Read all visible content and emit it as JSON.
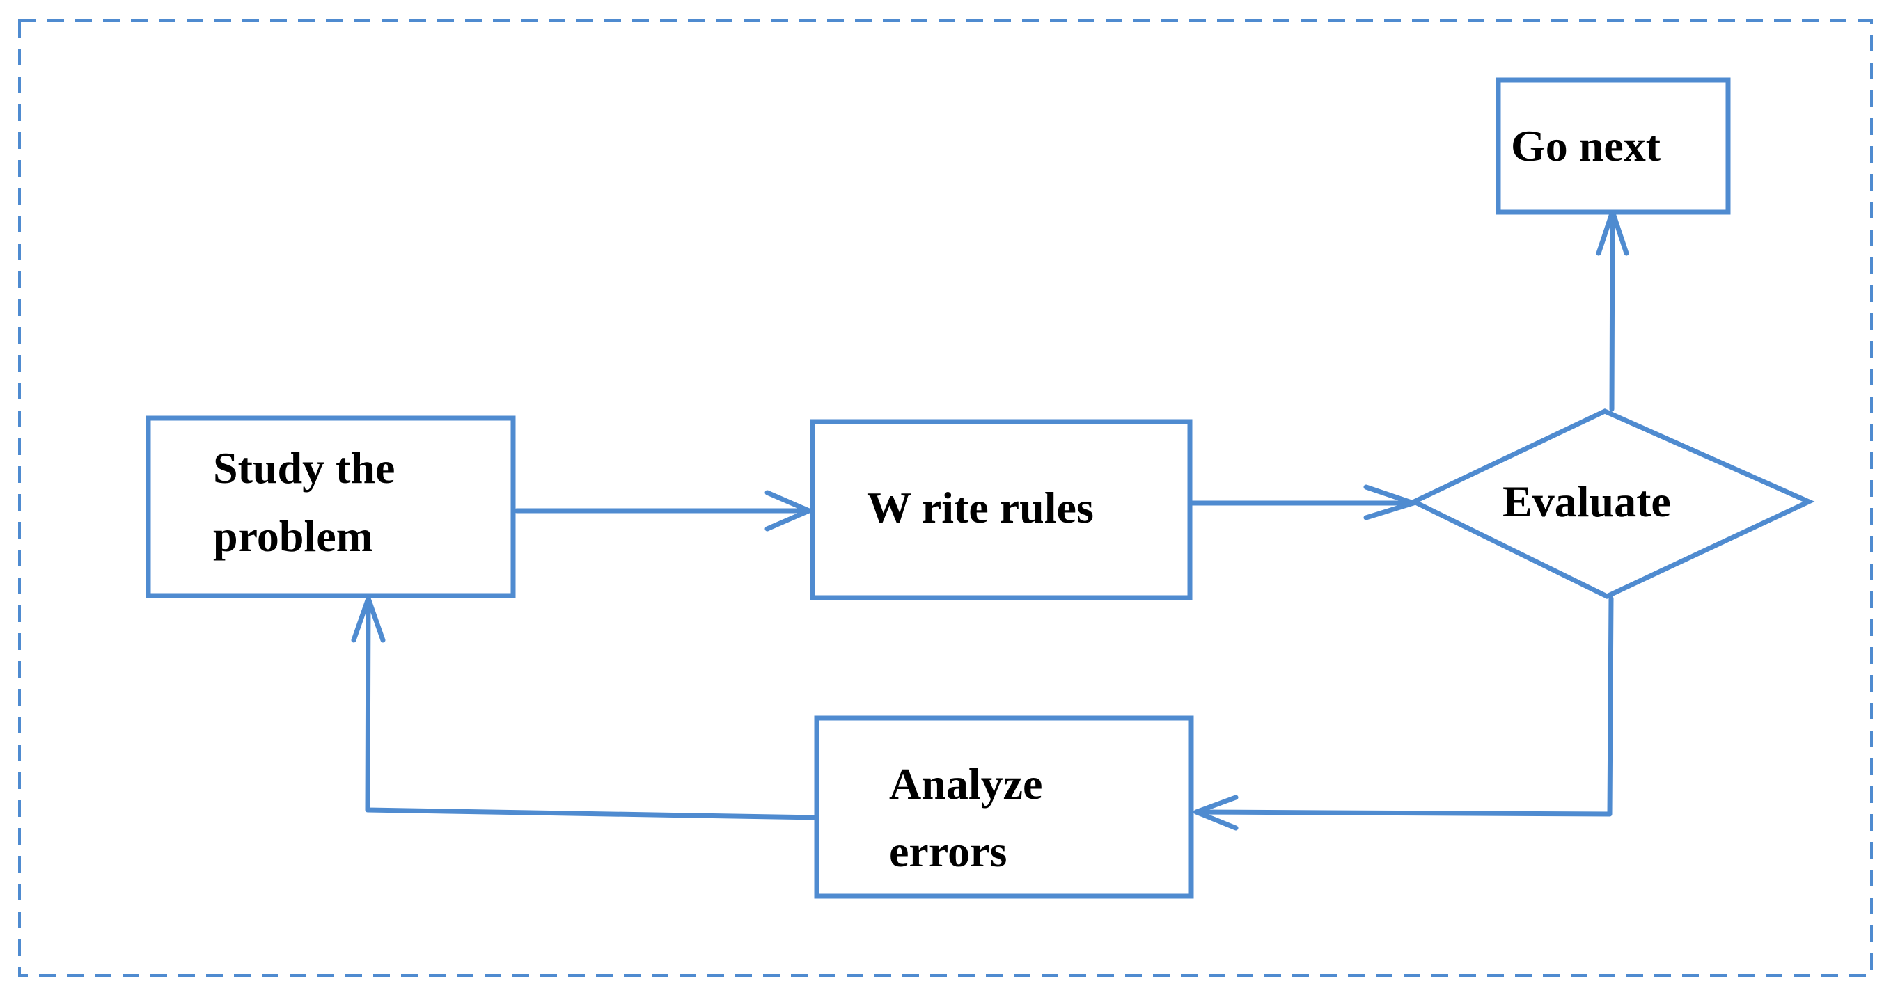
{
  "diagram": {
    "type": "flowchart",
    "colors": {
      "stroke": "#4f8bd0",
      "frame": "#4f8bd0",
      "text": "#000000",
      "background": "#ffffff"
    },
    "nodes": {
      "study": {
        "shape": "rectangle",
        "lines": [
          "Study the",
          "problem"
        ]
      },
      "write": {
        "shape": "rectangle",
        "lines": [
          "W rite rules"
        ]
      },
      "evaluate": {
        "shape": "diamond",
        "lines": [
          "Evaluate"
        ]
      },
      "go_next": {
        "shape": "rectangle",
        "lines": [
          "Go next"
        ]
      },
      "analyze": {
        "shape": "rectangle",
        "lines": [
          "Analyze",
          "errors"
        ]
      }
    },
    "edges": [
      {
        "from": "study",
        "to": "write"
      },
      {
        "from": "write",
        "to": "evaluate"
      },
      {
        "from": "evaluate",
        "to": "go_next"
      },
      {
        "from": "evaluate",
        "to": "analyze"
      },
      {
        "from": "analyze",
        "to": "study"
      }
    ]
  }
}
